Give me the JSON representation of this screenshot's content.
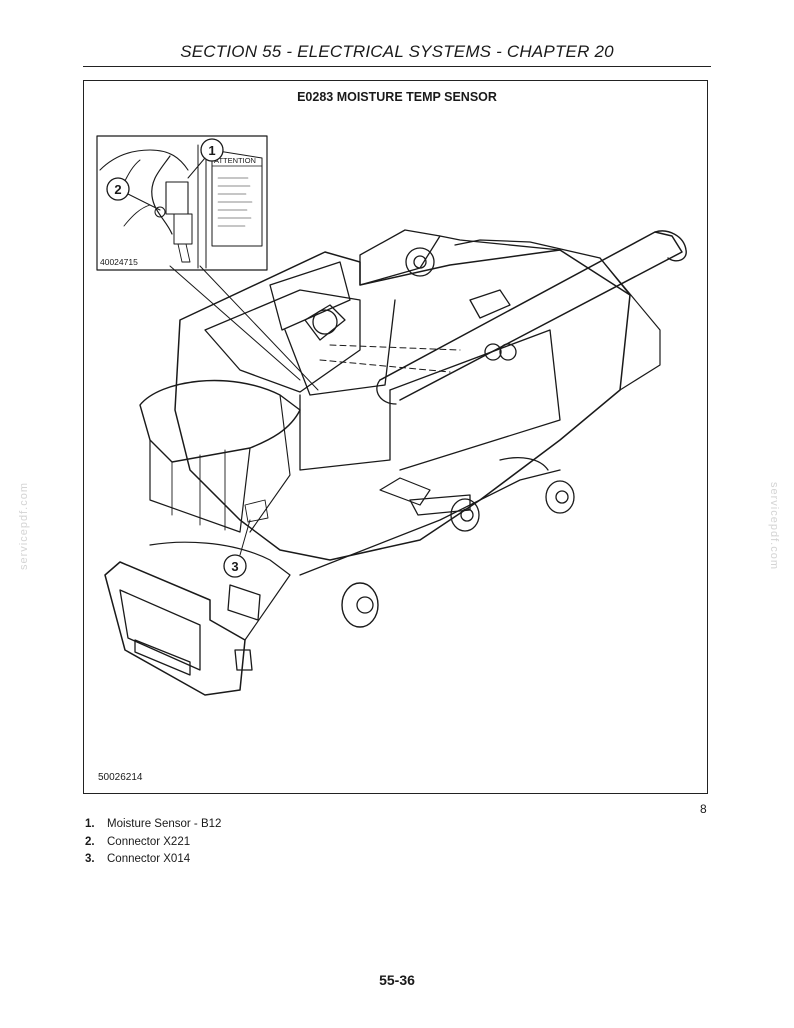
{
  "header": {
    "section_title": "SECTION 55 - ELECTRICAL SYSTEMS - CHAPTER 20"
  },
  "figure": {
    "title": "E0283  MOISTURE TEMP SENSOR",
    "inset_ref": "40024715",
    "ref": "50026214",
    "number": "8",
    "inset_label": "ATTENTION",
    "callouts": [
      "1",
      "2",
      "3"
    ]
  },
  "legend": [
    {
      "num": "1.",
      "text": "Moisture Sensor - B12"
    },
    {
      "num": "2.",
      "text": "Connector X221"
    },
    {
      "num": "3.",
      "text": "Connector X014"
    }
  ],
  "footer": {
    "page_number": "55-36"
  },
  "watermark": "servicepdf.com"
}
